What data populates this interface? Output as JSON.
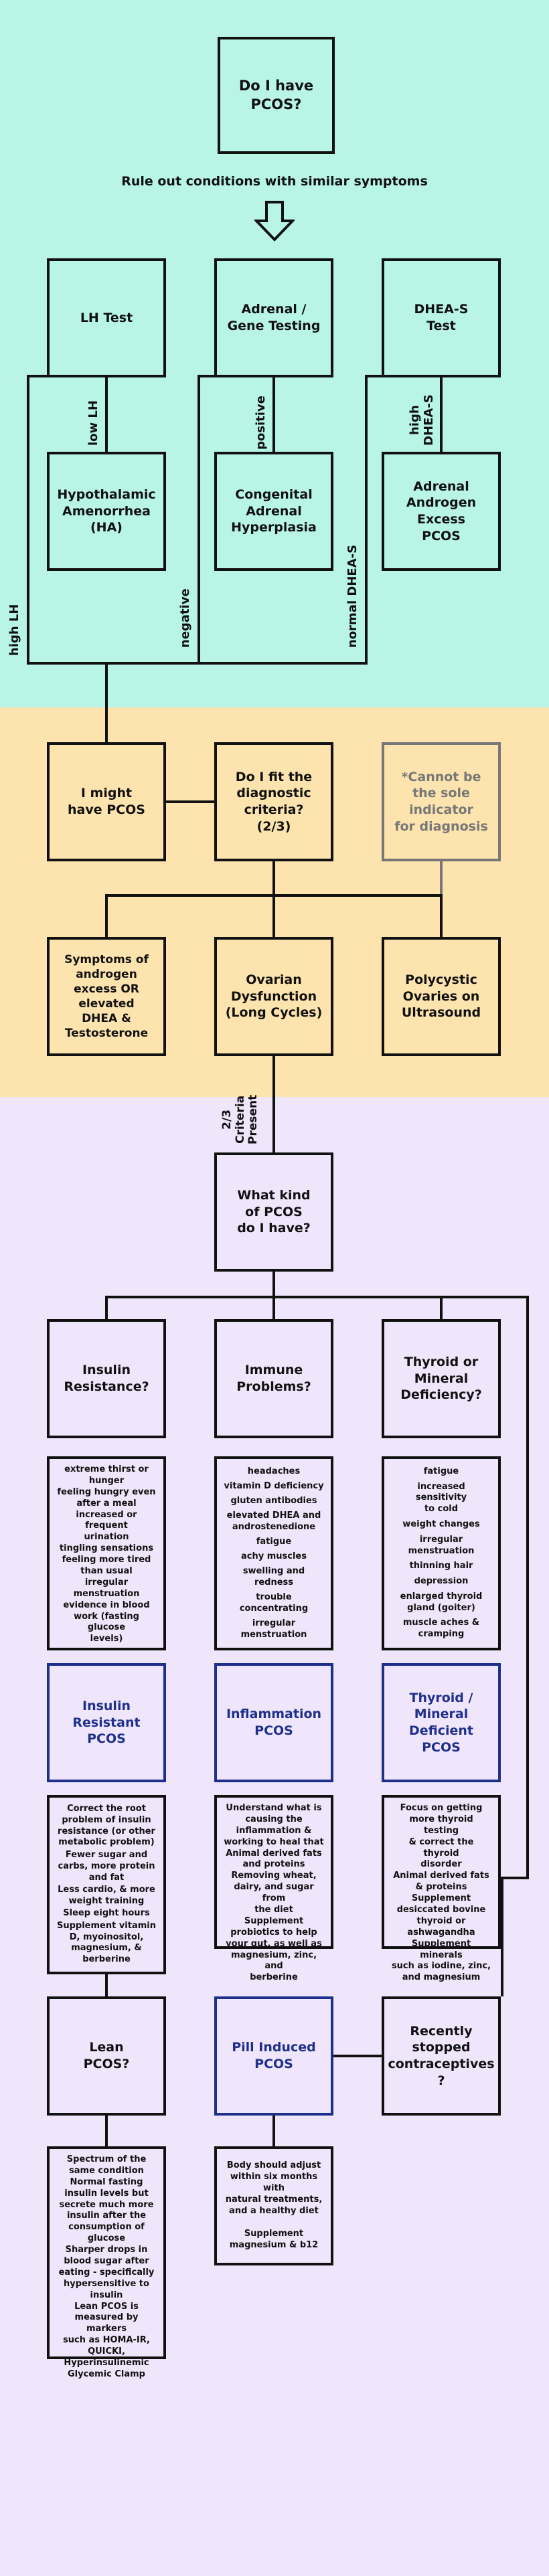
{
  "start": {
    "title": "Do I have\nPCOS?"
  },
  "rule_out": {
    "text": "Rule out conditions with similar symptoms"
  },
  "tests": [
    {
      "label": "LH Test"
    },
    {
      "label": "Adrenal /\nGene Testing"
    },
    {
      "label": "DHEA-S\nTest"
    }
  ],
  "conditions": [
    {
      "label": "Hypothalamic\nAmenorrhea\n(HA)"
    },
    {
      "label": "Congenital\nAdrenal\nHyperplasia"
    },
    {
      "label": "Adrenal\nAndrogen\nExcess\nPCOS"
    }
  ],
  "edge_labels": {
    "low_lh": "low LH",
    "positive": "positive",
    "high_dheas": "high\nDHEA-S",
    "high_lh": "high LH",
    "negative": "negative",
    "normal_dheas": "normal DHEA-S",
    "criteria_present": "2/3\nCriteria\nPresent"
  },
  "diagnosis": {
    "might_have": "I might\nhave PCOS",
    "fit_criteria": "Do I fit the\ndiagnostic\ncriteria?\n(2/3)",
    "note": "*Cannot be\nthe sole\nindicator\nfor diagnosis",
    "criteria": [
      {
        "label": "Symptoms of\nandrogen\nexcess OR\nelevated\nDHEA &\nTestosterone"
      },
      {
        "label": "Ovarian\nDysfunction\n(Long Cycles)"
      },
      {
        "label": "Polycystic\nOvaries on\nUltrasound"
      }
    ]
  },
  "kind": {
    "title": "What kind\nof PCOS\ndo I have?"
  },
  "categories": [
    {
      "question": "Insulin\nResistance?",
      "symptoms": [
        "extreme thirst or\nhunger",
        "feeling hungry even\nafter a meal",
        "increased or frequent\nurination",
        "tingling sensations",
        "feeling more tired\nthan usual",
        "irregular\nmenstruation",
        "evidence in blood\nwork (fasting glucose\nlevels)"
      ],
      "type": "Insulin\nResistant\nPCOS",
      "treatments": [
        "Correct the root\nproblem of insulin\nresistance (or other\nmetabolic problem)",
        "Fewer sugar and\ncarbs, more protein\nand fat",
        "Less cardio, & more\nweight training",
        "Sleep eight hours",
        "Supplement vitamin\nD, myoinositol,\nmagnesium, &\nberberine"
      ]
    },
    {
      "question": "Immune\nProblems?",
      "symptoms": [
        "headaches",
        "vitamin D deficiency",
        "gluten antibodies",
        "elevated DHEA and\nandrostenedione",
        "fatigue",
        "achy muscles",
        "swelling and redness",
        "trouble concentrating",
        "irregular\nmenstruation"
      ],
      "type": "Inflammation\nPCOS",
      "treatments": [
        "Understand what is\ncausing the\ninflammation &\nworking to heal that",
        "Animal derived fats\nand proteins",
        "Removing wheat,\ndairy, and sugar from\nthe diet",
        "Supplement\nprobiotics to help\nyour gut, as well as\nmagnesium, zinc, and\nberberine"
      ]
    },
    {
      "question": "Thyroid or\nMineral\nDeficiency?",
      "symptoms": [
        "fatigue",
        "increased sensitivity\nto cold",
        "weight changes",
        "irregular\nmenstruation",
        "thinning hair",
        "depression",
        "enlarged thyroid\ngland (goiter)",
        "muscle aches &\ncramping"
      ],
      "type": "Thyroid /\nMineral\nDeficient\nPCOS",
      "treatments": [
        "Focus on getting\nmore thyroid testing\n& correct the thyroid\ndisorder",
        "Animal derived fats\n& proteins",
        "Supplement\ndesiccated bovine\nthyroid or\nashwagandha",
        "Supplement minerals\nsuch as  iodine, zinc,\nand magnesium"
      ]
    }
  ],
  "lean": {
    "question": "Lean\nPCOS?",
    "notes": [
      "Spectrum of the\nsame condition",
      "Normal fasting\ninsulin levels but\nsecrete much more\ninsulin after the\nconsumption of\nglucose",
      "Sharper drops in\nblood sugar after\neating - specifically\nhypersensitive to\ninsulin",
      "Lean PCOS is\nmeasured by markers\nsuch as HOMA-IR,\nQUICKI,\nHyperinsulinemic\nGlycemic Clamp"
    ]
  },
  "pill": {
    "type": "Pill Induced\nPCOS",
    "question": "Recently\nstopped\ncontraceptives\n?",
    "notes": [
      "Body should adjust\nwithin six months with\nnatural treatments,\nand a healthy diet",
      "Supplement\nmagnesium & b12"
    ]
  },
  "colors": {
    "band_1": "#b8f5e7",
    "band_2": "#fde3ad",
    "band_3": "#efe6fb",
    "type_box": "#1e2f8c",
    "note_box": "#777777"
  }
}
